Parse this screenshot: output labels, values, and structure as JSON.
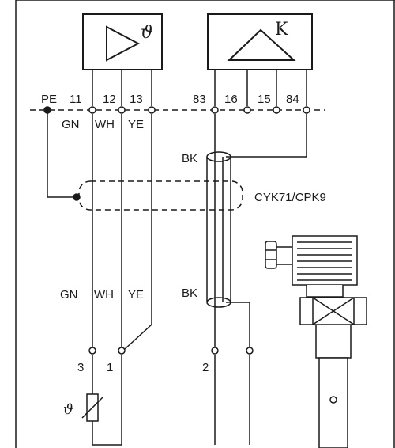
{
  "module_left": {
    "symbol": "ϑ"
  },
  "module_right": {
    "symbol": "Κ"
  },
  "terminals": {
    "pe": "PE",
    "t11": "11",
    "t12": "12",
    "t13": "13",
    "t83": "83",
    "t16": "16",
    "t15": "15",
    "t84": "84"
  },
  "wire_colors_top": {
    "gn": "GN",
    "wh": "WH",
    "ye": "YE"
  },
  "wire_colors_mid": {
    "gn": "GN",
    "wh": "WH",
    "ye": "YE"
  },
  "coax_labels": {
    "top": "BK",
    "bottom": "BK"
  },
  "cable_label": "CYK71/CPK9",
  "sensor_pins": {
    "p3": "3",
    "p1": "1",
    "p2": "2"
  },
  "thermistor_symbol": "ϑ"
}
